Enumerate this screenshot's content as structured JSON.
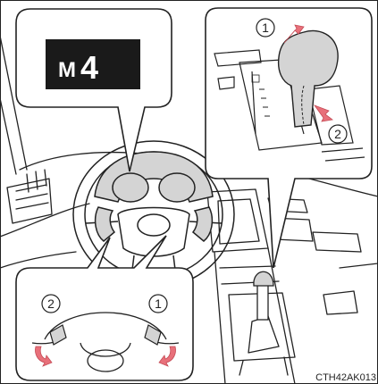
{
  "display": {
    "gear_prefix": "M",
    "gear_number": "4"
  },
  "callouts": {
    "upshift": "1",
    "downshift": "2"
  },
  "image_code": "CTH42AK013",
  "colors": {
    "line": "#222222",
    "panel_fill": "#ffffff",
    "highlight": "#d4d4d4",
    "arrow": "#e8707a",
    "display_bg": "#1a1a1a",
    "display_text": "#ffffff"
  },
  "icons": [
    "up-arrow-icon",
    "down-arrow-icon",
    "paddle-icon",
    "shift-lever-icon"
  ]
}
